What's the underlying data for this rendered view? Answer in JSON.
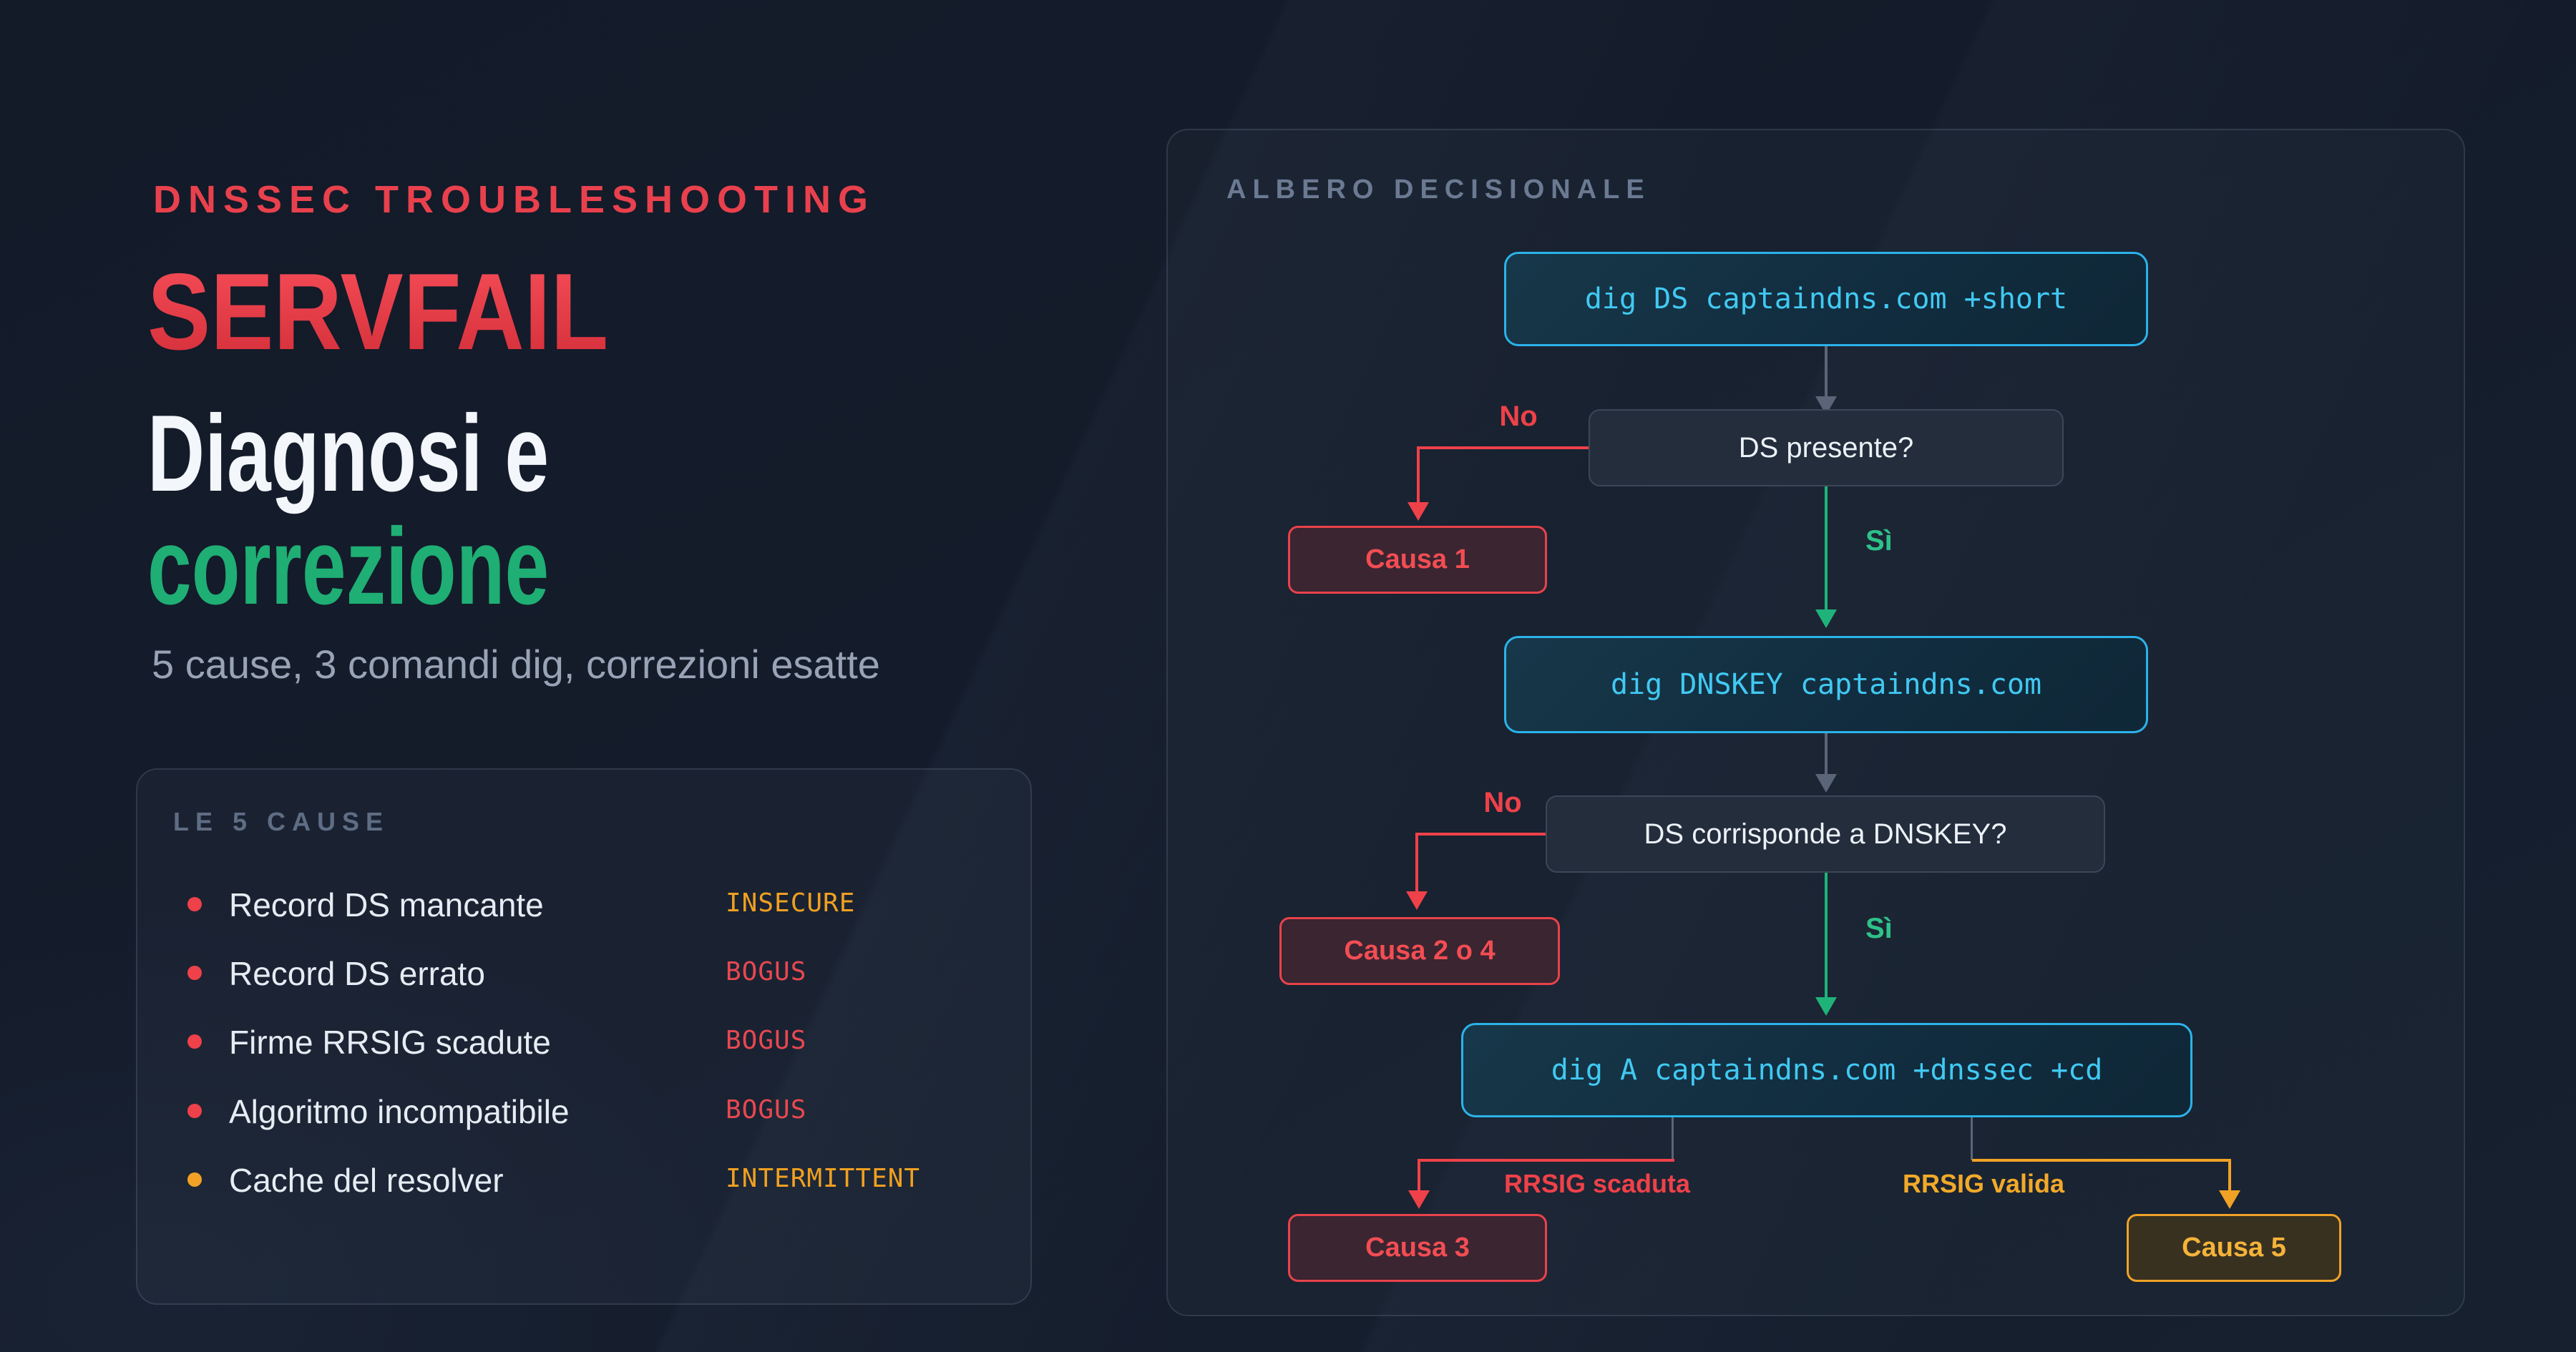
{
  "header": {
    "eyebrow": "DNSSEC TROUBLESHOOTING",
    "title": "SERVFAIL",
    "subtitle_line1": "Diagnosi e",
    "subtitle_line2": "correzione",
    "tagline": "5 cause, 3 comandi dig, correzioni esatte"
  },
  "causes_card": {
    "heading": "LE 5 CAUSE",
    "items": [
      {
        "label": "Record DS mancante",
        "status": "INSECURE",
        "dot_color": "#ef4149",
        "status_color": "#f0a020"
      },
      {
        "label": "Record DS errato",
        "status": "BOGUS",
        "dot_color": "#ef4149",
        "status_color": "#e84850"
      },
      {
        "label": "Firme RRSIG scadute",
        "status": "BOGUS",
        "dot_color": "#ef4149",
        "status_color": "#e84850"
      },
      {
        "label": "Algoritmo incompatibile",
        "status": "BOGUS",
        "dot_color": "#ef4149",
        "status_color": "#e84850"
      },
      {
        "label": "Cache del resolver",
        "status": "INTERMITTENT",
        "dot_color": "#f1a226",
        "status_color": "#f0a020"
      }
    ]
  },
  "tree": {
    "heading": "ALBERO DECISIONALE",
    "cmd1": "dig DS captaindns.com +short",
    "q1": "DS presente?",
    "no1": "No",
    "yes1": "Sì",
    "cause1": "Causa 1",
    "cmd2": "dig DNSKEY captaindns.com",
    "q2": "DS corrisponde a DNSKEY?",
    "no2": "No",
    "yes2": "Sì",
    "cause24": "Causa 2 o 4",
    "cmd3": "dig A captaindns.com +dnssec +cd",
    "edge_expired": "RRSIG scaduta",
    "edge_valid": "RRSIG valida",
    "cause3": "Causa 3",
    "cause5": "Causa 5"
  },
  "colors": {
    "background": "#131a28",
    "red": "#ef4149",
    "green": "#1fb379",
    "cyan_border": "#2bb3e9",
    "cyan_text": "#41c9f2",
    "amber": "#f1a226",
    "muted_text": "#98a4b6",
    "connector_gray": "#5a6578"
  }
}
